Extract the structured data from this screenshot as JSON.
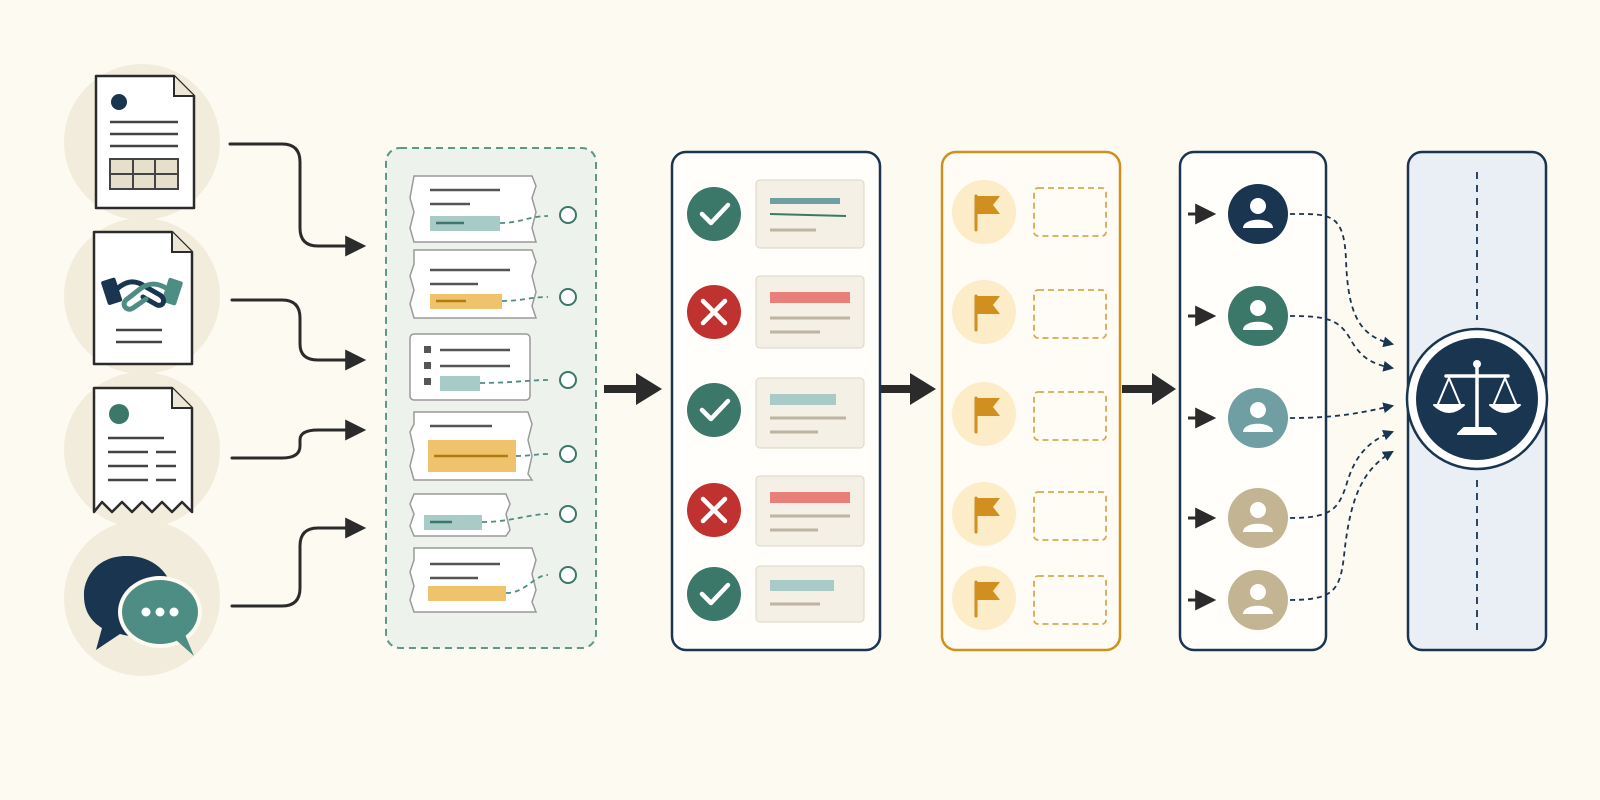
{
  "colors": {
    "background": "#fdfaf1",
    "navy": "#1a3550",
    "dark_teal": "#3c786a",
    "teal": "#4e8d83",
    "muted_teal": "#6f9ea3",
    "sand": "#c3b594",
    "red": "#c0322f",
    "red_bar": "#e88079",
    "amber": "#d08f1e",
    "amber_light": "#fcecc8",
    "yellow_tag": "#efc36b",
    "light_teal_tag": "#a8cbc8",
    "panel_blue": "#e9eff4",
    "stroke": "#2b2b2b",
    "circle_bg": "#f2ecdc"
  },
  "sources": [
    {
      "kind": "form-document",
      "icon": "spreadsheet-table-icon"
    },
    {
      "kind": "agreement-document",
      "icon": "handshake-icon"
    },
    {
      "kind": "receipt",
      "icon": "receipt-icon"
    },
    {
      "kind": "conversation",
      "icon": "chat-bubbles-icon"
    }
  ],
  "extraction_items": [
    {
      "tag": "teal"
    },
    {
      "tag": "yellow"
    },
    {
      "tag": "teal",
      "checklist": true
    },
    {
      "tag": "yellow-large"
    },
    {
      "tag": "teal"
    },
    {
      "tag": "yellow"
    }
  ],
  "validation_results": [
    {
      "status": "valid",
      "icon": "check-icon"
    },
    {
      "status": "invalid",
      "icon": "cross-icon"
    },
    {
      "status": "valid",
      "icon": "check-icon"
    },
    {
      "status": "invalid",
      "icon": "cross-icon"
    },
    {
      "status": "valid",
      "icon": "check-icon"
    }
  ],
  "flags": [
    {
      "icon": "flag-icon"
    },
    {
      "icon": "flag-icon"
    },
    {
      "icon": "flag-icon"
    },
    {
      "icon": "flag-icon"
    },
    {
      "icon": "flag-icon"
    }
  ],
  "reviewers": [
    {
      "color": "navy"
    },
    {
      "color": "dark_teal"
    },
    {
      "color": "muted_teal"
    },
    {
      "color": "sand"
    },
    {
      "color": "sand"
    }
  ],
  "decision": {
    "icon": "balance-scale-icon"
  }
}
